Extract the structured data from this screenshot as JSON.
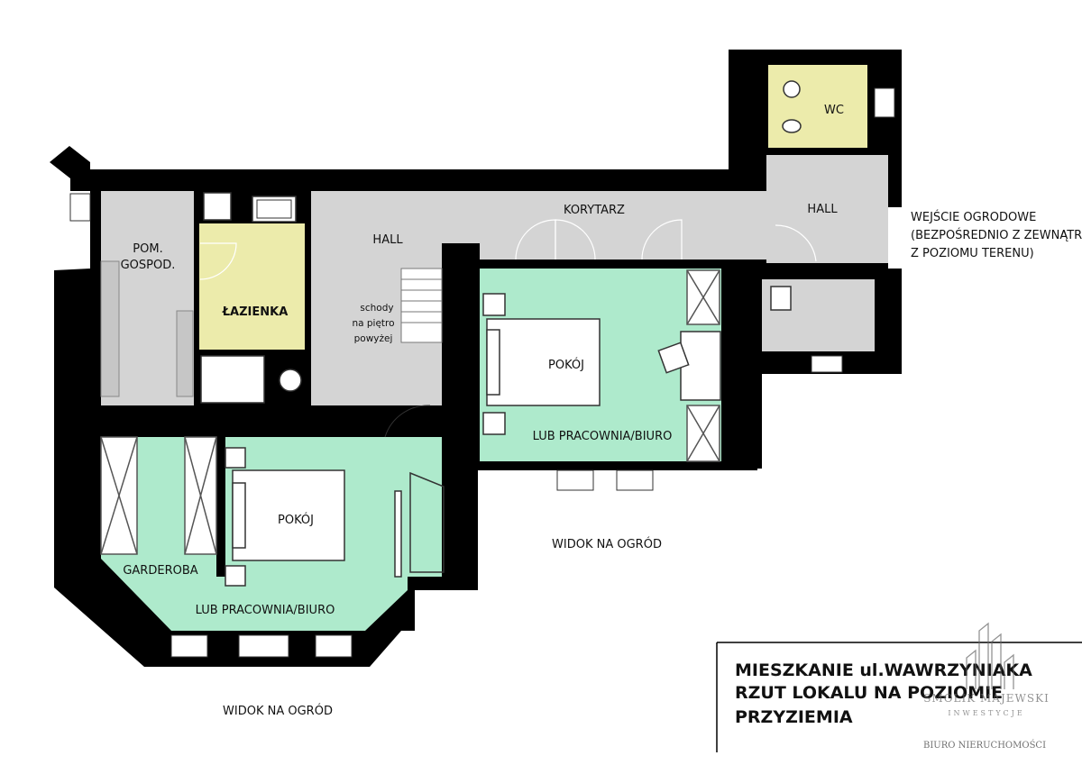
{
  "labels": {
    "pom_gospod_1": "POM.",
    "pom_gospod_2": "GOSPOD.",
    "lazienka": "ŁAZIENKA",
    "hall_left": "HALL",
    "schody_1": "schody",
    "schody_2": "na piętro",
    "schody_3": "powyżej",
    "korytarz": "KORYTARZ",
    "hall_right": "HALL",
    "wc": "WC",
    "pokoj_right": "POKÓJ",
    "lub_right": "LUB PRACOWNIA/BIURO",
    "pokoj_left": "POKÓJ",
    "garderoba": "GARDEROBA",
    "lub_left": "LUB PRACOWNIA/BIURO",
    "widok_middle": "WIDOK NA OGRÓD",
    "widok_bottom": "WIDOK NA OGRÓD",
    "wejscie_1": "WEJŚCIE OGRODOWE",
    "wejscie_2": "(BEZPOŚREDNIO Z ZEWNĄTRZ",
    "wejscie_3": "Z POZIOMU TERENU)"
  },
  "title_box": {
    "line1": "MIESZKANIE ul.WAWRZYNIAKA",
    "line2": "RZUT LOKALU NA POZIOMIE",
    "line3": "PRZYZIEMIA"
  },
  "brand": {
    "name": "SMOLIK MAJEWSKI",
    "sub": "INWESTYCJE",
    "office": "BIURO NIERUCHOMOŚCI"
  },
  "colors": {
    "wall": "#000000",
    "circulation": "#d4d4d4",
    "bathroom": "#ecebab",
    "room": "#aeeacc",
    "background": "#ffffff"
  }
}
